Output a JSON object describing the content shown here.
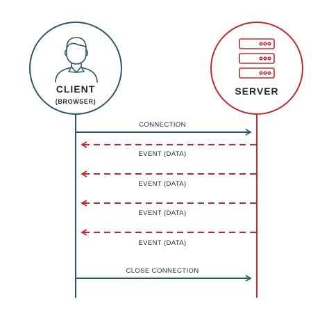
{
  "client": {
    "title": "CLIENT",
    "subtitle": "(BROWSER)"
  },
  "server": {
    "title": "SERVER"
  },
  "messages": [
    {
      "label": "CONNECTION",
      "direction": "client-to-server",
      "style": "solid"
    },
    {
      "label": "EVENT (DATA)",
      "direction": "server-to-client",
      "style": "dashed"
    },
    {
      "label": "EVENT (DATA)",
      "direction": "server-to-client",
      "style": "dashed"
    },
    {
      "label": "EVENT (DATA)",
      "direction": "server-to-client",
      "style": "dashed"
    },
    {
      "label": "EVENT (DATA)",
      "direction": "server-to-client",
      "style": "dashed"
    },
    {
      "label": "CLOSE CONNECTION",
      "direction": "client-to-server",
      "style": "solid"
    }
  ],
  "colors": {
    "client": "#2f5566",
    "server": "#c1272d",
    "text": "#1f2a33"
  },
  "icons": {
    "client": "user-icon",
    "server": "server-rack-icon"
  }
}
